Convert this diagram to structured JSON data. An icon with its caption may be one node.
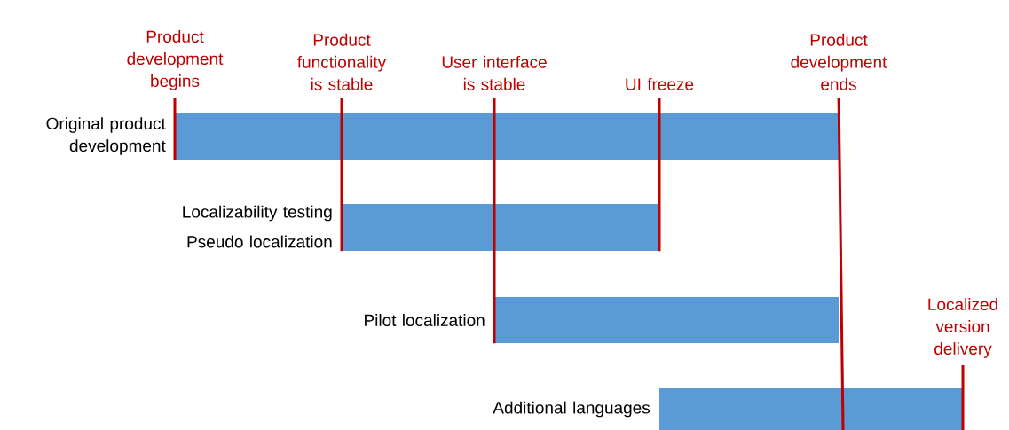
{
  "diagram": {
    "nodes": [
      {
        "text": [
          "Product development begins"
        ]
      },
      {
        "text": [
          "Product functionality is stable"
        ]
      },
      {
        "text": [
          "User interface is stable"
        ]
      },
      {
        "text": [
          "UI freeze"
        ]
      },
      {
        "text": [
          "Product development ends"
        ]
      },
      {
        "text": [],
        "shape": "bar",
        "beside": [
          "Original product development"
        ]
      },
      {
        "text": [],
        "shape": "bar",
        "beside": [
          "Localizability testing",
          "Pseudo localization"
        ]
      },
      {
        "text": [],
        "shape": "bar",
        "beside": [
          "Pilot localization"
        ]
      },
      {
        "text": [
          "Localized version delivery"
        ]
      },
      {
        "text": [],
        "shape": "bar",
        "beside": [
          "Additional languages"
        ]
      }
    ],
    "edges": [
      {
        "from": 0,
        "to": 5,
        "arrow": "none"
      },
      {
        "from": 1,
        "to": 5,
        "arrow": "none"
      },
      {
        "from": 1,
        "to": 6,
        "arrow": "none"
      },
      {
        "from": 2,
        "to": 5,
        "arrow": "none"
      },
      {
        "from": 2,
        "to": 6,
        "arrow": "none"
      },
      {
        "from": 2,
        "to": 7,
        "arrow": "none"
      },
      {
        "from": 3,
        "to": 5,
        "arrow": "none"
      },
      {
        "from": 3,
        "to": 6,
        "arrow": "none"
      },
      {
        "from": 4,
        "to": 5,
        "arrow": "none"
      },
      {
        "from": 4,
        "to": 7,
        "arrow": "none"
      },
      {
        "from": 4,
        "to": 9,
        "arrow": "none"
      },
      {
        "from": 8,
        "to": 9,
        "arrow": "none"
      }
    ]
  }
}
